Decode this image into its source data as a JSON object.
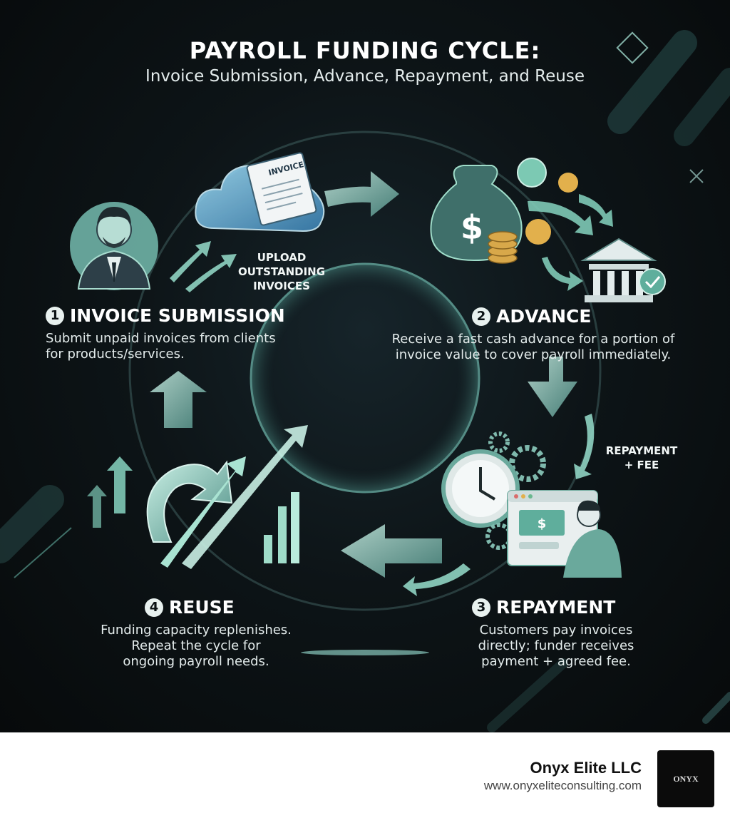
{
  "title": "PAYROLL FUNDING CYCLE:",
  "subtitle": "Invoice Submission, Advance, Repayment, and Reuse",
  "steps": [
    {
      "number": "1",
      "title": "INVOICE SUBMISSION",
      "description_lines": [
        "Submit unpaid invoices from clients",
        "for products/services."
      ]
    },
    {
      "number": "2",
      "title": "ADVANCE",
      "description_lines": [
        "Receive a fast cash advance for a portion of",
        "invoice value to cover payroll immediately."
      ]
    },
    {
      "number": "3",
      "title": "REPAYMENT",
      "description_lines": [
        "Customers pay invoices",
        "directly; funder receives",
        "payment + agreed fee."
      ]
    },
    {
      "number": "4",
      "title": "REUSE",
      "description_lines": [
        "Funding capacity replenishes.",
        "Repeat the cycle for",
        "ongoing payroll needs."
      ]
    }
  ],
  "callouts": {
    "upload": [
      "UPLOAD",
      "OUTSTANDING",
      "INVOICES"
    ],
    "repayment_fee": [
      "REPAYMENT",
      "+ FEE"
    ],
    "invoice_label": "INVOICE"
  },
  "icons": [
    "businessman-icon",
    "cloud-invoice-icon",
    "money-bag-icon",
    "bank-icon",
    "clock-gear-icon",
    "payment-screen-icon",
    "growth-arrows-icon"
  ],
  "colors": {
    "accent": "#8fd3c2",
    "background": "#0a0e0f",
    "text": "#ffffff"
  },
  "footer": {
    "company": "Onyx Elite LLC",
    "url": "www.onyxeliteconsulting.com",
    "logo_text": "ONYX"
  }
}
